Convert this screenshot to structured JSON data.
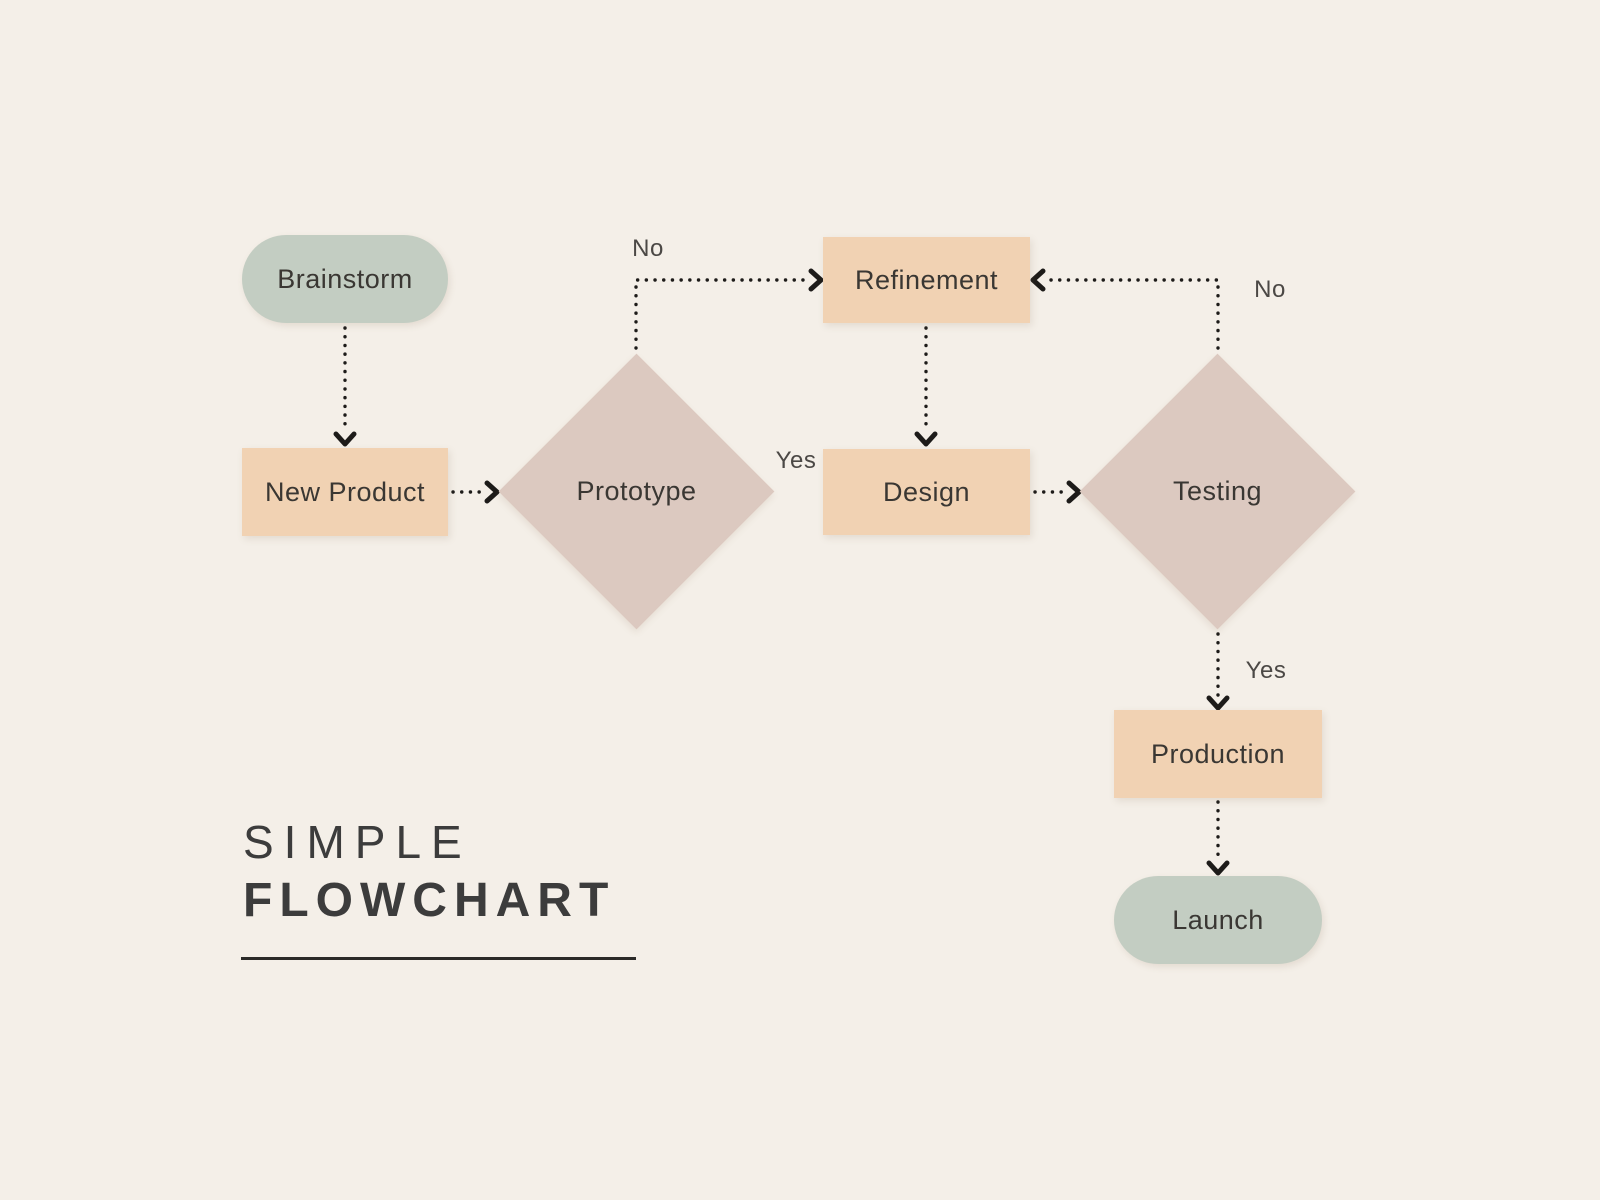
{
  "title": {
    "line1": "SIMPLE",
    "line2": "FLOWCHART"
  },
  "nodes": [
    {
      "id": "brainstorm",
      "shape": "pill",
      "type": "start",
      "label": "Brainstorm"
    },
    {
      "id": "new-product",
      "shape": "rectangle",
      "type": "process",
      "label": "New Product"
    },
    {
      "id": "prototype",
      "shape": "diamond",
      "type": "decision",
      "label": "Prototype"
    },
    {
      "id": "refinement",
      "shape": "rectangle",
      "type": "process",
      "label": "Refinement"
    },
    {
      "id": "design",
      "shape": "rectangle",
      "type": "process",
      "label": "Design"
    },
    {
      "id": "testing",
      "shape": "diamond",
      "type": "decision",
      "label": "Testing"
    },
    {
      "id": "production",
      "shape": "rectangle",
      "type": "process",
      "label": "Production"
    },
    {
      "id": "launch",
      "shape": "pill",
      "type": "end",
      "label": "Launch"
    }
  ],
  "edges": [
    {
      "from": "Brainstorm",
      "to": "New Product",
      "label": ""
    },
    {
      "from": "New Product",
      "to": "Prototype",
      "label": ""
    },
    {
      "from": "Prototype",
      "to": "Refinement",
      "label": "No"
    },
    {
      "from": "Prototype",
      "to": "Design",
      "label": "Yes"
    },
    {
      "from": "Refinement",
      "to": "Design",
      "label": ""
    },
    {
      "from": "Design",
      "to": "Testing",
      "label": ""
    },
    {
      "from": "Testing",
      "to": "Refinement",
      "label": "No"
    },
    {
      "from": "Testing",
      "to": "Production",
      "label": "Yes"
    },
    {
      "from": "Production",
      "to": "Launch",
      "label": ""
    }
  ],
  "colors": {
    "bg": "#F4EFE8",
    "sage": "#C3CDC2",
    "peach": "#F1D2B3",
    "rose": "#DCC9C0",
    "ink": "#3A3733",
    "label": "#4B4845",
    "line": "#1D1B19",
    "title": "#3C3C3C"
  }
}
